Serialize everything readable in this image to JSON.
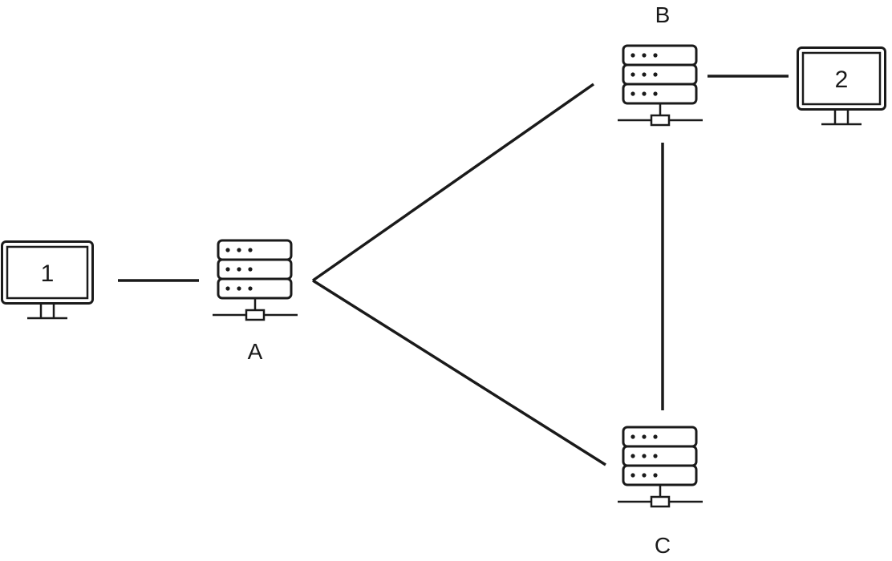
{
  "diagram": {
    "computers": [
      {
        "id": "pc1",
        "label": "1"
      },
      {
        "id": "pc2",
        "label": "2"
      }
    ],
    "servers": [
      {
        "id": "A",
        "label": "A"
      },
      {
        "id": "B",
        "label": "B"
      },
      {
        "id": "C",
        "label": "C"
      }
    ],
    "links": [
      [
        "1",
        "A"
      ],
      [
        "A",
        "B"
      ],
      [
        "A",
        "C"
      ],
      [
        "B",
        "C"
      ],
      [
        "B",
        "2"
      ]
    ],
    "colors": {
      "stroke": "#1a1a1a",
      "background": "#ffffff"
    }
  }
}
